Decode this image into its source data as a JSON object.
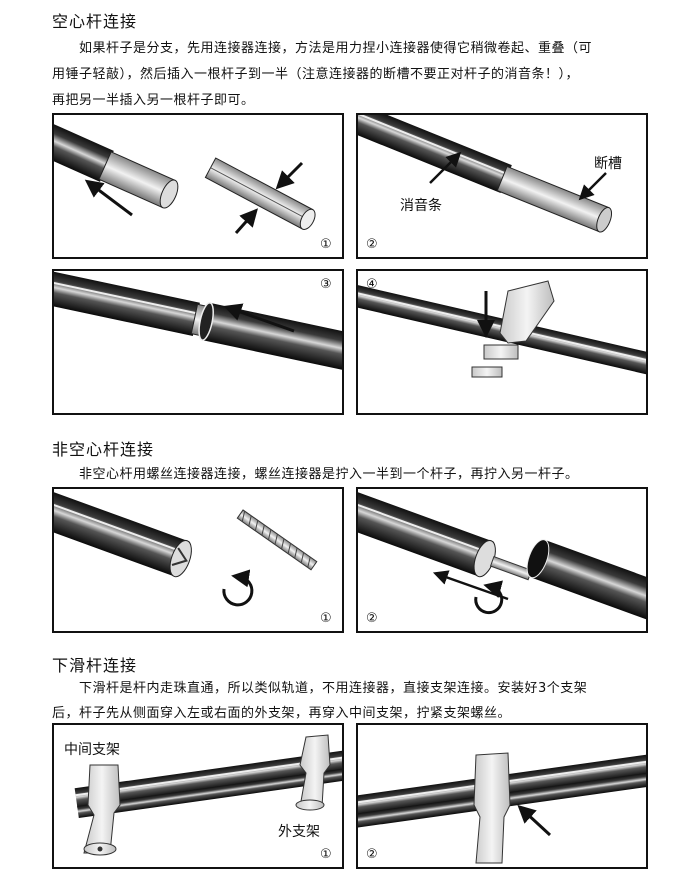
{
  "sections": [
    {
      "title": "空心杆连接",
      "lines": [
        "　　如果杆子是分支，先用连接器连接，方法是用力捏小连接器使得它稍微卷起、重叠（可",
        "用锤子轻敲），然后插入一根杆子到一半（注意连接器的断槽不要正对杆子的消音条！），",
        "再把另一半插入另一根杆子即可。"
      ],
      "panels": [
        {
          "number": "①"
        },
        {
          "number": "②",
          "labels": [
            "消音条",
            "断槽"
          ]
        },
        {
          "number": "③"
        },
        {
          "number": "④"
        }
      ]
    },
    {
      "title": "非空心杆连接",
      "lines": [
        "　　非空心杆用螺丝连接器连接，螺丝连接器是拧入一半到一个杆子，再拧入另一杆子。"
      ],
      "panels": [
        {
          "number": "①"
        },
        {
          "number": "②"
        }
      ]
    },
    {
      "title": "下滑杆连接",
      "lines": [
        "　　下滑杆是杆内走珠直通，所以类似轨道，不用连接器，直接支架连接。安装好3个支架",
        "后，杆子先从侧面穿入左或右面的外支架，再穿入中间支架，拧紧支架螺丝。"
      ],
      "panels": [
        {
          "number": "①",
          "labels": [
            "中间支架",
            "外支架"
          ]
        },
        {
          "number": "②"
        }
      ]
    }
  ]
}
